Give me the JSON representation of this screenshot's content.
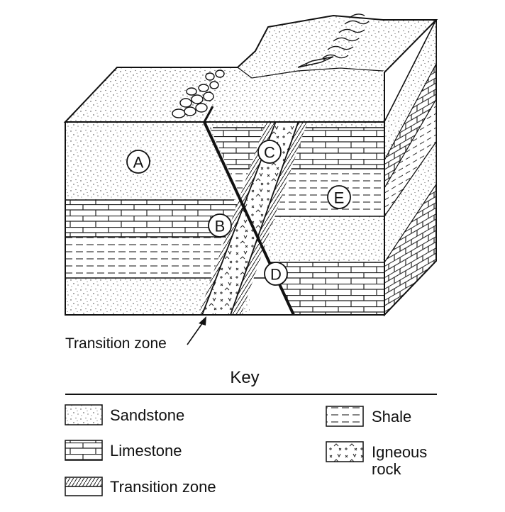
{
  "rock_labels": {
    "a": "A",
    "b": "B",
    "c": "C",
    "d": "D",
    "e": "E"
  },
  "callout": "Transition zone",
  "key": {
    "title": "Key",
    "items": {
      "sandstone": "Sandstone",
      "limestone": "Limestone",
      "transition_zone": "Transition zone",
      "shale": "Shale",
      "igneous_line1": "Igneous",
      "igneous_line2": "rock"
    }
  }
}
